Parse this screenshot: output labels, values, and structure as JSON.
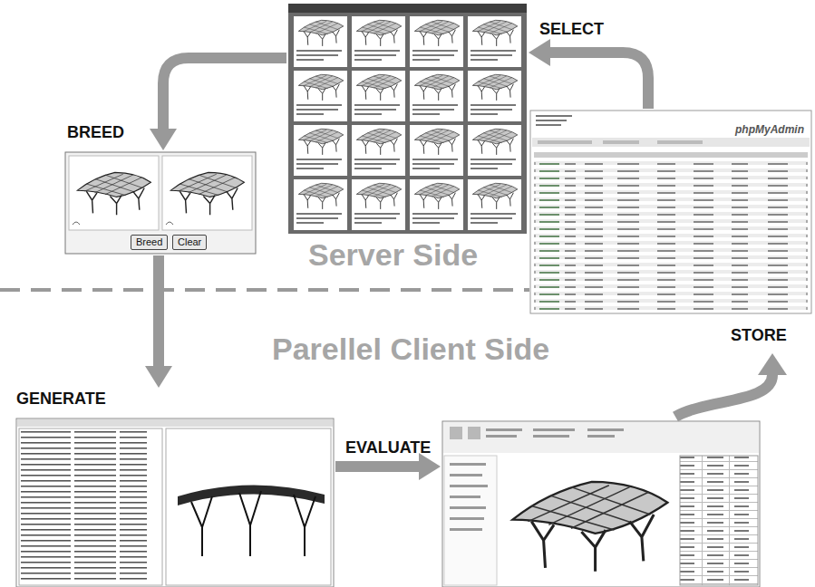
{
  "diagram": {
    "nodes": [
      {
        "text": []
      },
      {
        "text": [
          "phpMyAdmin"
        ]
      },
      {
        "text": []
      },
      {
        "text": [
          "Breed"
        ],
        "in": 2
      },
      {
        "text": [
          "Clear"
        ],
        "in": 2
      },
      {
        "text": [
          "GENERATE"
        ]
      },
      {
        "text": []
      }
    ],
    "edges": [
      {
        "from": 1,
        "to": 0,
        "arrow": "to",
        "label": "SELECT"
      },
      {
        "from": 0,
        "to": 2,
        "arrow": "to",
        "label": "BREED"
      },
      {
        "from": 2,
        "to": 5,
        "arrow": "to"
      },
      {
        "from": 5,
        "to": 6,
        "arrow": "to",
        "label": "EVALUATE"
      }
    ],
    "labels": [
      "Server Side",
      "Parellel Client Side",
      "STORE"
    ]
  }
}
